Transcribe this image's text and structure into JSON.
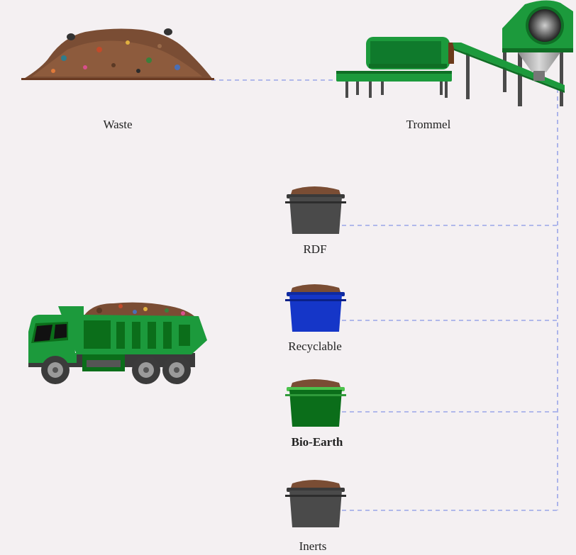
{
  "labels": {
    "waste": "Waste",
    "trommel": "Trommel",
    "rdf": "RDF",
    "recyclable": "Recyclable",
    "bio_earth": "Bio-Earth",
    "inerts": "Inerts"
  },
  "colors": {
    "background": "#f4f0f2",
    "connector": "#9aa5e8",
    "machine_green": "#1c9a3c",
    "machine_dark_green": "#0f6e25",
    "bin_gray": "#4a4a4a",
    "bin_blue": "#1536c8",
    "bin_green": "#0b6e1a",
    "waste_brown": "#7a4d34"
  },
  "icons": [
    "waste-pile-icon",
    "trommel-machine-icon",
    "bin-icon",
    "dump-truck-icon"
  ]
}
